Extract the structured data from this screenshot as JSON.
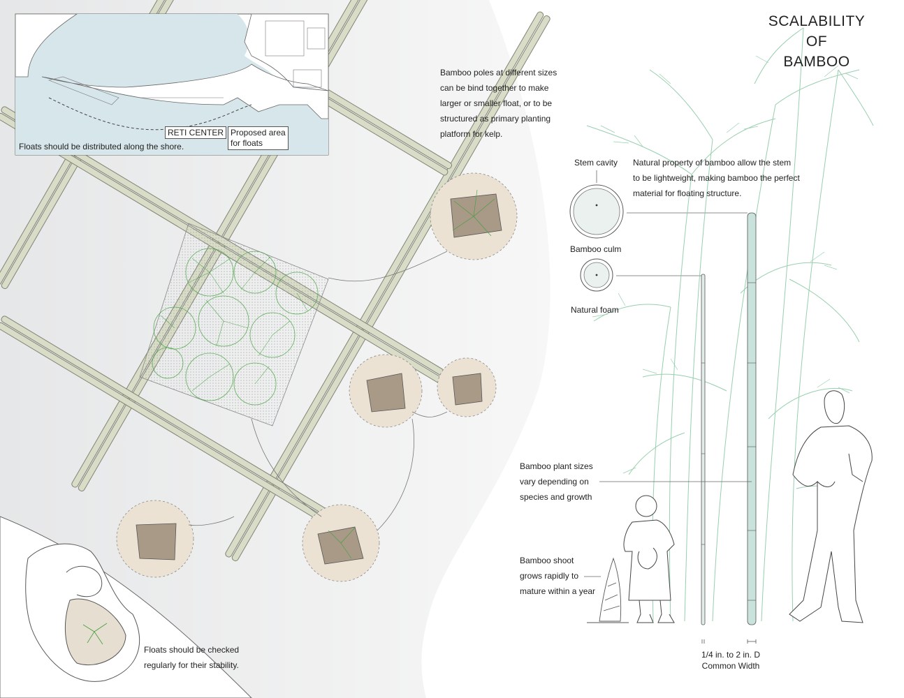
{
  "title": {
    "line1": "SCALABILITY",
    "line2": "OF",
    "line3": "BAMBOO"
  },
  "inset": {
    "reti_label": "RETI CENTER",
    "proposed_line1": "Proposed area",
    "proposed_line2": "for floats",
    "caption": "Floats should be distributed along the shore."
  },
  "notes": {
    "poles": [
      "Bamboo poles at different sizes",
      "can be bind together to make",
      "larger or smaller float, or to be",
      "structured as primary planting",
      "platform for kelp."
    ],
    "natural": [
      "Natural property of bamboo allow the stem",
      "to be lightweight, making bamboo the perfect",
      "material for floating structure."
    ],
    "plant_sizes": [
      "Bamboo plant sizes",
      "vary depending on",
      "species and growth"
    ],
    "shoot": [
      "Bamboo shoot",
      "grows rapidly to",
      "mature within a year"
    ],
    "checked": [
      "Floats should be checked",
      "regularly for their stability."
    ]
  },
  "section_labels": {
    "stem_cavity": "Stem cavity",
    "bamboo_culm": "Bamboo culm",
    "natural_foam": "Natural foam"
  },
  "width_label": {
    "line1": "1/4 in. to 2 in. D",
    "line2": "Common Width"
  },
  "colors": {
    "water": "#d6e6ea",
    "pole": "#d9dcc6",
    "pole_stroke": "#8c9080",
    "kelp_green": "#3f9e3a",
    "bamboo_green": "#8ccaa5",
    "tan": "#ebe2d3",
    "float_brown": "#a99a88"
  }
}
